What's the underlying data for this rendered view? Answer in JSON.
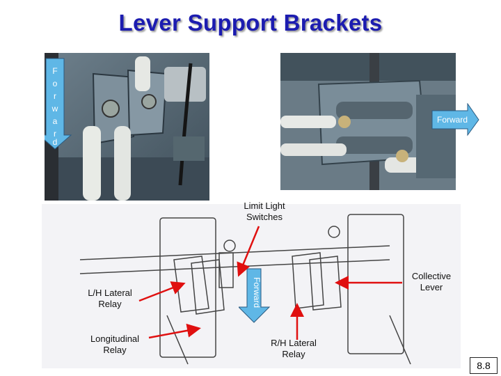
{
  "title": "Lever Support Brackets",
  "photo_left": {
    "forward_label": "Forward",
    "forward_letters": [
      "F",
      "o",
      "r",
      "w",
      "a",
      "r",
      "d"
    ]
  },
  "photo_right": {
    "forward_label": "Forward"
  },
  "drawing": {
    "forward_label": "Forward"
  },
  "labels": {
    "limit_light": [
      "Limit Light",
      "Switches"
    ],
    "lh_lateral": [
      "L/H Lateral",
      "Relay"
    ],
    "longitudinal": [
      "Longitudinal",
      "Relay"
    ],
    "collective": [
      "Collective",
      "Lever"
    ],
    "rh_lateral": [
      "R/H Lateral",
      "Relay"
    ]
  },
  "page_number": "8.8",
  "colors": {
    "title": "#1c1cb0",
    "forward_arrow": "#5fb7e6",
    "callout_arrow": "#e01010"
  }
}
